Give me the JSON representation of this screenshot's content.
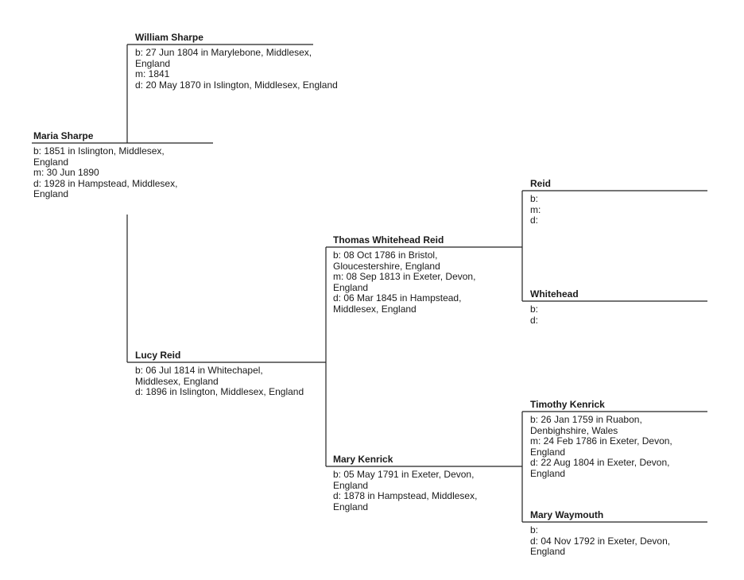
{
  "people": {
    "maria": {
      "name": "Maria Sharpe",
      "birth": "b: 1851 in Islington, Middlesex, England",
      "marriage": "m: 30 Jun 1890",
      "death": "d: 1928 in Hampstead, Middlesex, England"
    },
    "william": {
      "name": "William Sharpe",
      "birth": "b: 27 Jun 1804 in Marylebone, Middlesex, England",
      "marriage": "m: 1841",
      "death": "d: 20 May 1870 in Islington, Middlesex, England"
    },
    "lucy": {
      "name": "Lucy Reid",
      "birth": "b: 06 Jul 1814 in Whitechapel, Middlesex, England",
      "death": "d: 1896 in Islington, Middlesex, England"
    },
    "thomas": {
      "name": "Thomas Whitehead Reid",
      "birth": "b: 08 Oct 1786 in Bristol, Gloucestershire, England",
      "marriage": "m: 08 Sep 1813 in Exeter, Devon, England",
      "death": "d: 06 Mar 1845 in Hampstead, Middlesex, England"
    },
    "mary_kenrick": {
      "name": "Mary Kenrick",
      "birth": "b: 05 May 1791 in Exeter, Devon, England",
      "death": "d: 1878 in Hampstead, Middlesex, England"
    },
    "reid": {
      "name": "Reid",
      "birth": "b:",
      "marriage": "m:",
      "death": "d:"
    },
    "whitehead": {
      "name": "Whitehead",
      "birth": "b:",
      "death": "d:"
    },
    "timothy": {
      "name": "Timothy Kenrick",
      "birth": "b: 26 Jan 1759 in Ruabon, Denbighshire, Wales",
      "marriage": "m: 24 Feb 1786 in Exeter, Devon, England",
      "death": "d: 22 Aug 1804 in Exeter, Devon, England"
    },
    "mary_waymouth": {
      "name": "Mary Waymouth",
      "birth": "b:",
      "death": "d: 04 Nov 1792 in Exeter, Devon, England"
    }
  }
}
